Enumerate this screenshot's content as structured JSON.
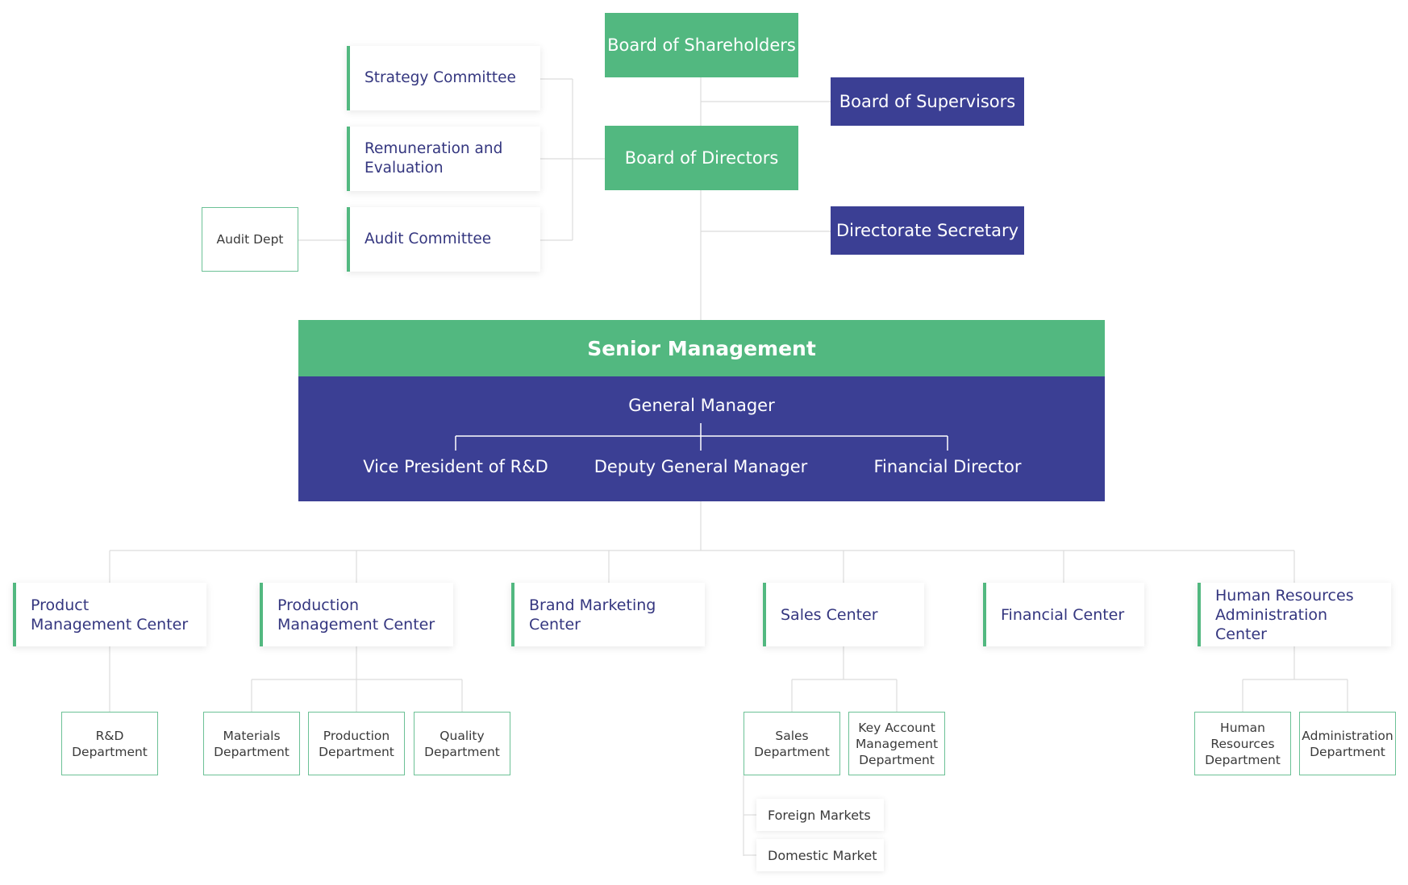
{
  "board": {
    "shareholders": "Board of Shareholders",
    "directors": "Board of Directors",
    "supervisors": "Board of Supervisors",
    "secretary": "Directorate Secretary"
  },
  "committees": [
    "Strategy Committee",
    "Remuneration and Evaluation",
    "Audit Committee"
  ],
  "audit_dept": "Audit Dept",
  "senior_management": {
    "title": "Senior Management",
    "general_manager": "General Manager",
    "roles": [
      "Vice President of R&D",
      "Deputy General Manager",
      "Financial Director"
    ]
  },
  "centers": [
    {
      "name": "Product Management Center",
      "departments": [
        "R&D Department"
      ]
    },
    {
      "name": "Production Management Center",
      "departments": [
        "Materials Department",
        "Production Department",
        "Quality Department"
      ]
    },
    {
      "name": "Brand Marketing Center",
      "departments": []
    },
    {
      "name": "Sales Center",
      "departments": [
        "Sales Department",
        "Key Account Management Department"
      ]
    },
    {
      "name": "Financial Center",
      "departments": []
    },
    {
      "name": "Human Resources Administration Center",
      "departments": [
        "Human Resources Department",
        "Administration Department"
      ]
    }
  ],
  "sales_subunits": [
    "Foreign Markets",
    "Domestic Market"
  ],
  "colors": {
    "green": "#52b880",
    "navy": "#3b3f94",
    "connector": "#dcdcdc"
  }
}
